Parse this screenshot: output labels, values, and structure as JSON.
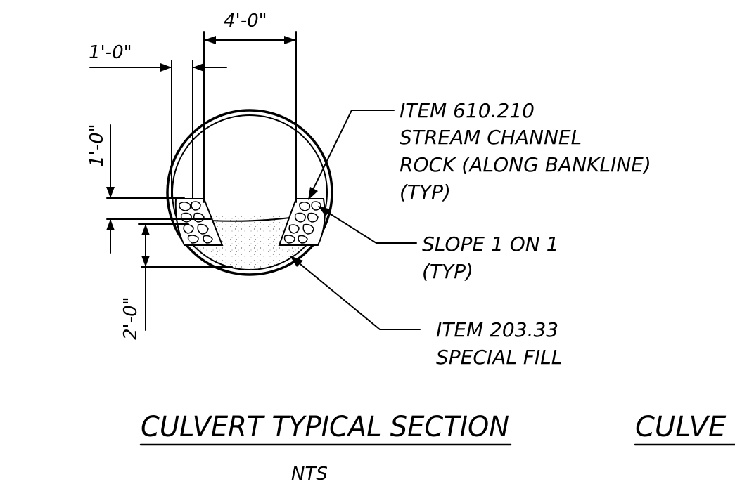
{
  "dimensions": {
    "top_width": "4'-0\"",
    "rock_width": "1'-0\"",
    "rock_height": "1'-0\"",
    "fill_depth": "2'-0\""
  },
  "callouts": {
    "rock": [
      "ITEM 610.210",
      "STREAM CHANNEL",
      "ROCK (ALONG BANKLINE)",
      "(TYP)"
    ],
    "slope": [
      "SLOPE 1 ON 1",
      "(TYP)"
    ],
    "fill": [
      "ITEM 203.33",
      "SPECIAL FILL"
    ]
  },
  "titles": {
    "main": "CULVERT TYPICAL SECTION",
    "scale": "NTS",
    "second_partial": "CULVE"
  }
}
